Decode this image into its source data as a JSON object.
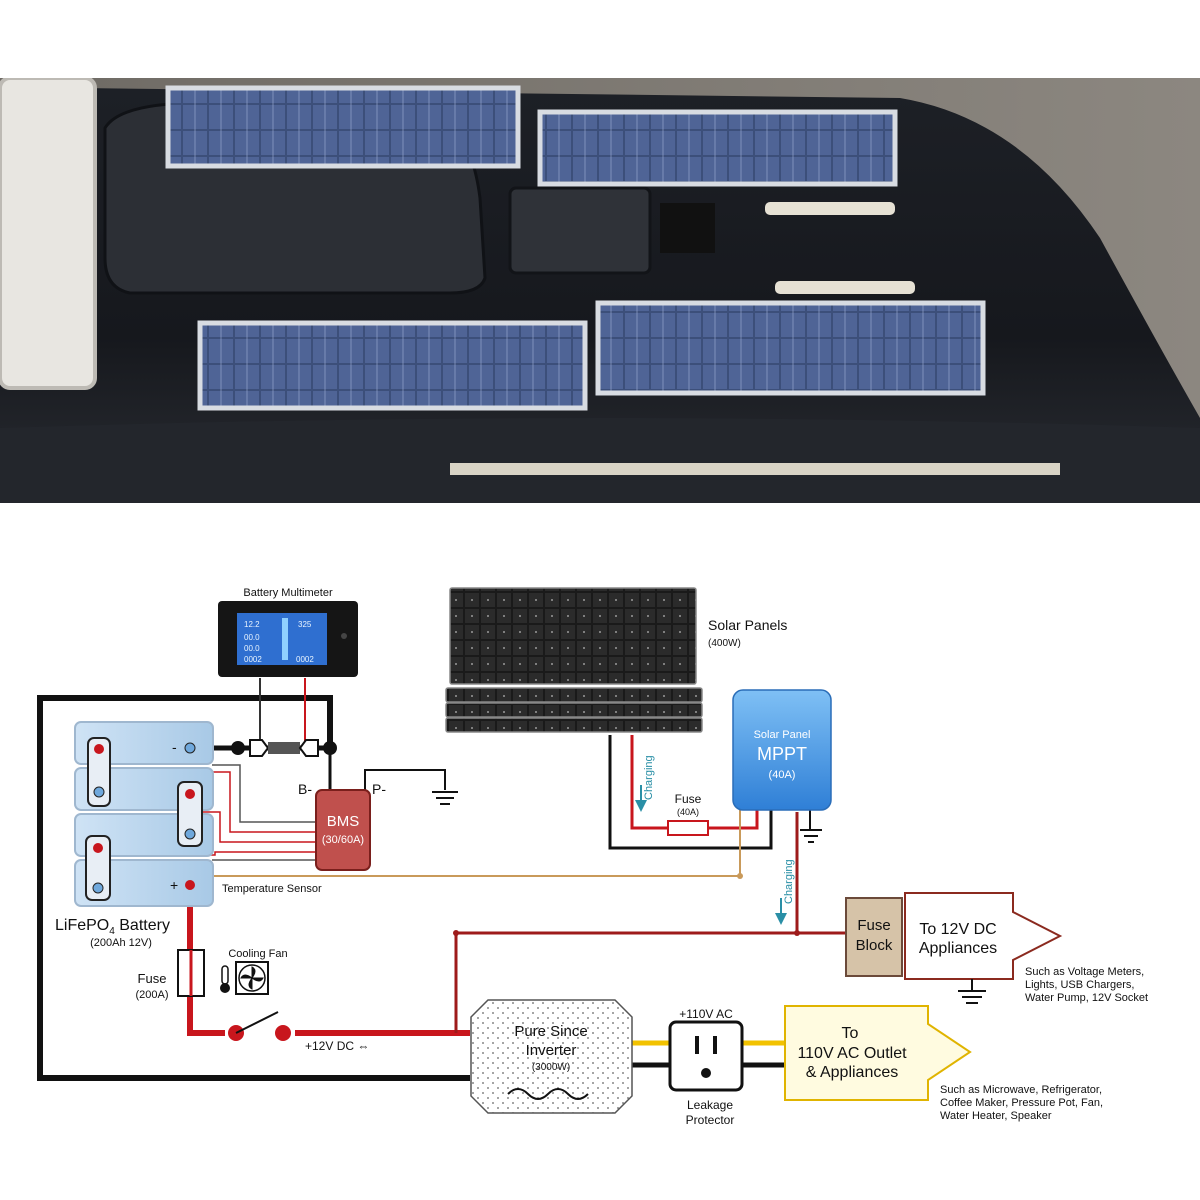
{
  "photo": {
    "description_icon": "van-roof-solar-photo"
  },
  "multimeter": {
    "label": "Battery Multimeter",
    "readings": [
      "12.2",
      "325",
      "00.0",
      "00.0",
      "0002",
      "0002"
    ]
  },
  "solar_panels": {
    "label": "Solar Panels",
    "sub": "(400W)"
  },
  "mppt": {
    "line1": "Solar Panel",
    "line2": "MPPT",
    "line3": "(40A)"
  },
  "charging_labels": [
    "Charging",
    "Charging"
  ],
  "fuse_40": {
    "label": "Fuse",
    "sub": "(40A)"
  },
  "battery": {
    "label_pre": "LiFePO",
    "label_sub": "4",
    "label_post": " Battery",
    "sub": "(200Ah 12V)",
    "minus": "-",
    "plus": "+"
  },
  "bms": {
    "line1": "BMS",
    "line2": "(30/60A)",
    "b_minus": "B-",
    "p_minus": "P-"
  },
  "temp_sensor": {
    "label": "Temperature Sensor"
  },
  "cooling_fan": {
    "label": "Cooling Fan"
  },
  "fuse_200": {
    "label": "Fuse",
    "sub": "(200A)"
  },
  "dc_line": {
    "label": "+12V DC ⇔"
  },
  "fuse_block": {
    "line1": "Fuse",
    "line2": "Block"
  },
  "dc_appliances": {
    "line1": "To 12V DC",
    "line2": "Appliances",
    "note": [
      "Such as Voltage Meters,",
      "Lights, USB Chargers,",
      "Water Pump, 12V Socket"
    ]
  },
  "inverter": {
    "line1": "Pure Since",
    "line2": "Inverter",
    "line3": "(3000W)"
  },
  "ac_label": {
    "label": "+110V AC"
  },
  "leakage": {
    "line1": "Leakage",
    "line2": "Protector"
  },
  "ac_appliances": {
    "line1": "To",
    "line2": "110V AC Outlet",
    "line3": "& Appliances",
    "note": [
      "Such as Microwave, Refrigerator,",
      "Coffee Maker, Pressure Pot, Fan,",
      "Water Heater,  Speaker"
    ]
  },
  "colors": {
    "red_wire": "#c8161d",
    "dark_red_wire": "#9e1b1b",
    "black_wire": "#111111",
    "yellow_wire": "#f2c200",
    "mppt_blue": "#3a8fe0",
    "bms_red": "#c0504d",
    "fuse_block_tan": "#d6c3a8",
    "ac_box_yellow": "#fffbe0",
    "charging_teal": "#2a8fa6"
  }
}
